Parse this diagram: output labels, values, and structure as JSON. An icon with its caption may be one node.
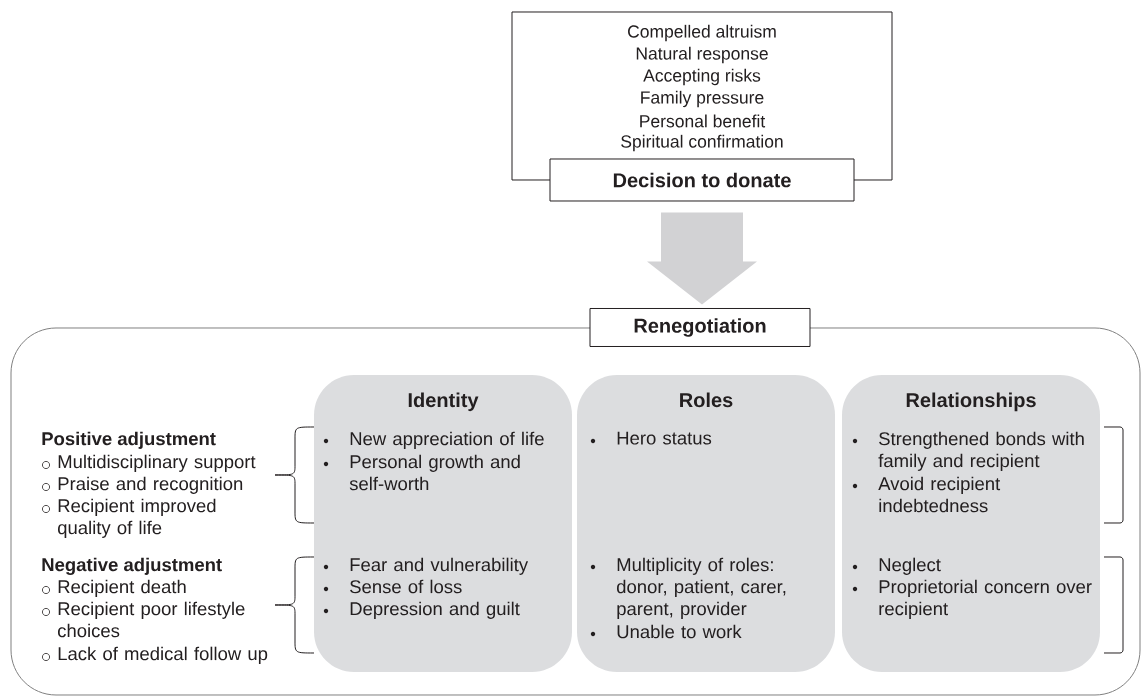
{
  "diagram": {
    "nodes": [
      {
        "text": [
          "Compelled altruism",
          "Natural response",
          "Accepting risks",
          "Family pressure",
          "Personal benefit",
          "Spiritual confirmation"
        ]
      },
      {
        "text": [
          "Decision to donate"
        ]
      },
      {
        "text": [
          "Renegotiation"
        ]
      },
      {
        "text": [
          "Identity",
          "New appreciation of life",
          "Personal growth and self-worth",
          "Fear and vulnerability",
          "Sense of loss",
          "Depression and guilt"
        ],
        "in": 2
      },
      {
        "text": [
          "Roles",
          "Hero status",
          "Multiplicity of roles: donor, patient, carer, parent, provider",
          "Unable to work"
        ],
        "in": 2
      },
      {
        "text": [
          "Relationships",
          "Strengthened bonds with family and recipient",
          "Avoid recipient indebtedness",
          "Neglect",
          "Proprietorial concern over recipient"
        ],
        "in": 2
      }
    ],
    "edges": [
      {
        "from": 1,
        "to": 2,
        "arrow": "to",
        "style": "thick"
      }
    ],
    "labels": [
      "Positive adjustment",
      "Multidisciplinary support",
      "Praise and recognition",
      "Recipient improved quality of life",
      "Negative adjustment",
      "Recipient death",
      "Recipient poor lifestyle choices",
      "Lack of medical follow up"
    ]
  }
}
